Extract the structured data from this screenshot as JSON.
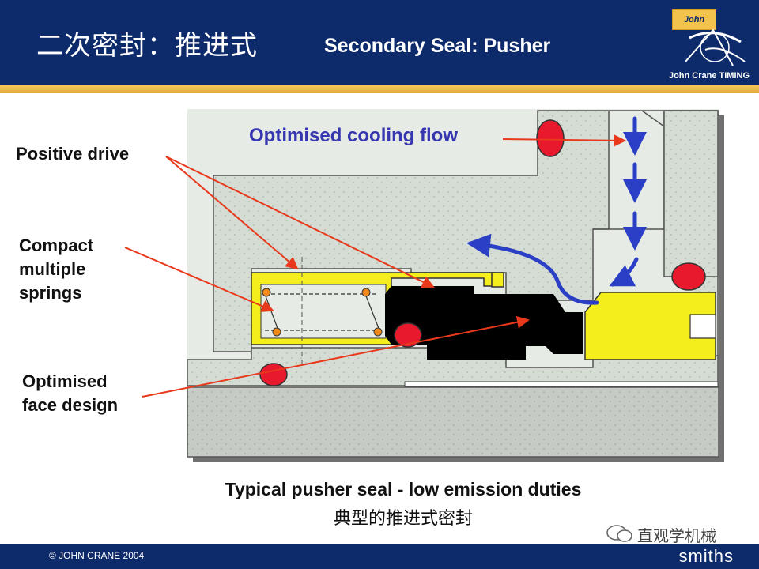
{
  "header": {
    "title_cn": "二次密封：推进式",
    "title_en": "Secondary Seal: Pusher",
    "logo_text": "John Crane",
    "logo_caption": "John Crane TIMING"
  },
  "diagram": {
    "labels": {
      "positive_drive": "Positive drive",
      "compact_springs": [
        "Compact",
        "multiple",
        "springs"
      ],
      "face_design": [
        "Optimised",
        "face design"
      ],
      "cooling_flow": "Optimised cooling flow"
    },
    "colors": {
      "body_fill": "#d4dcd3",
      "shaft_fill": "#c9cfc8",
      "retainer_yellow": "#f4ef1c",
      "seal_face_black": "#000000",
      "oring_red": "#e8192c",
      "leader_red": "#e8391d",
      "flow_arrow_blue": "#2a3fc5"
    }
  },
  "caption": {
    "en": "Typical pusher seal - low emission duties",
    "cn": "典型的推进式密封"
  },
  "footer": {
    "copyright": "© JOHN CRANE 2004",
    "brand": "smiths",
    "watermark": "直观学机械"
  }
}
